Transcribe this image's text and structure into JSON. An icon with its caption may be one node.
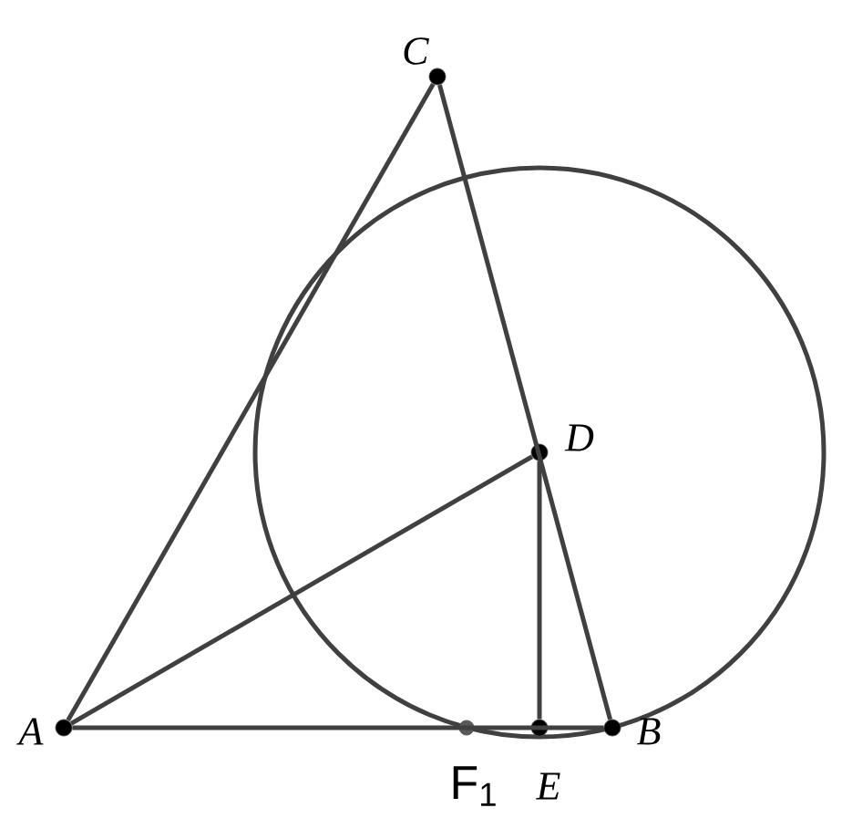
{
  "diagram": {
    "nodes": [
      {
        "text": [
          "*A*"
        ]
      },
      {
        "text": [
          "*B*"
        ]
      },
      {
        "text": [
          "*C*"
        ]
      },
      {
        "text": [
          "*D*"
        ]
      },
      {
        "text": [
          "*E*"
        ]
      },
      {
        "text": [
          "F$_{1}$"
        ]
      }
    ],
    "edges": [
      {
        "from": 0,
        "to": 2,
        "arrow": "none"
      },
      {
        "from": 2,
        "to": 1,
        "arrow": "none"
      },
      {
        "from": 0,
        "to": 3,
        "arrow": "none"
      },
      {
        "from": 3,
        "to": 4,
        "arrow": "none"
      },
      {
        "from": 0,
        "to": 1,
        "arrow": "none"
      }
    ]
  }
}
